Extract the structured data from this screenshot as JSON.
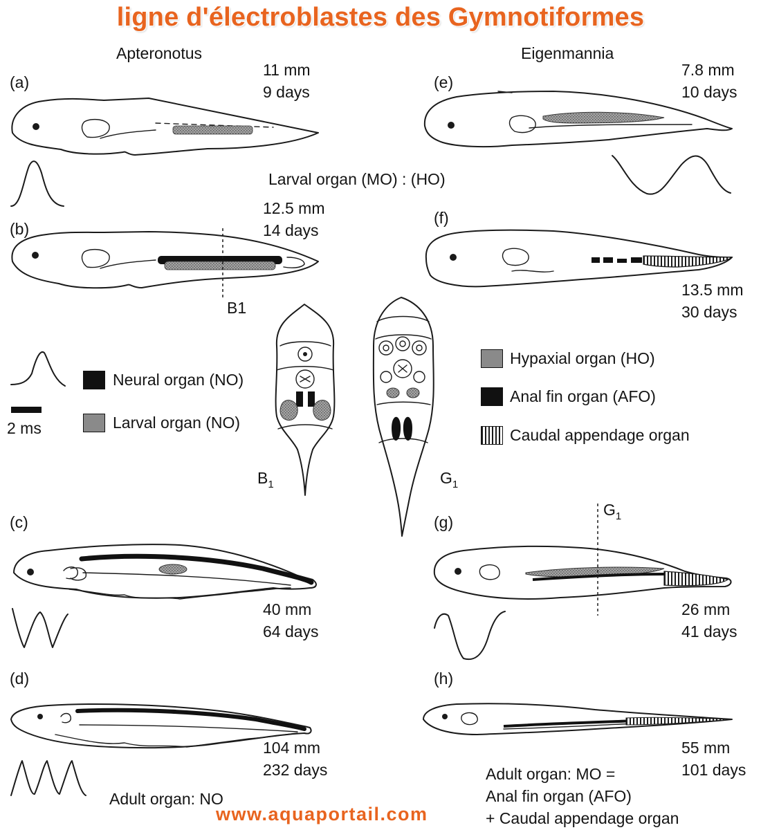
{
  "title": "ligne d'électroblastes des Gymnotiformes",
  "website": "www.aquaportail.com",
  "colors": {
    "title": "#e8641f",
    "ink": "#1a1a1a",
    "hypaxial": "#8a8a8a",
    "neural": "#111111"
  },
  "columns": {
    "left": "Apteronotus",
    "right": "Eigenmannia"
  },
  "center_label": "Larval organ (MO) : (HO)",
  "panels": {
    "a": {
      "letter": "(a)",
      "size": "11 mm",
      "age": "9 days"
    },
    "b": {
      "letter": "(b)",
      "size": "12.5 mm",
      "age": "14 days",
      "section": "B1"
    },
    "c": {
      "letter": "(c)",
      "size": "40 mm",
      "age": "64 days"
    },
    "d": {
      "letter": "(d)",
      "size": "104 mm",
      "age": "232 days"
    },
    "e": {
      "letter": "(e)",
      "size": "7.8 mm",
      "age": "10 days"
    },
    "f": {
      "letter": "(f)",
      "size": "13.5 mm",
      "age": "30 days"
    },
    "g": {
      "letter": "(g)",
      "size": "26 mm",
      "age": "41 days"
    },
    "h": {
      "letter": "(h)",
      "size": "55 mm",
      "age": "101 days"
    }
  },
  "scale_bar": "2 ms",
  "legend_left": [
    {
      "label": "Neural organ (NO)",
      "swatch": "neural"
    },
    {
      "label": "Larval organ (NO)",
      "swatch": "larval"
    }
  ],
  "legend_right": [
    {
      "label": "Hypaxial organ (HO)",
      "swatch": "hypaxial"
    },
    {
      "label": "Anal fin organ (AFO)",
      "swatch": "anal-fin"
    },
    {
      "label": "Caudal appendage organ",
      "swatch": "caudal"
    }
  ],
  "sections": {
    "b1": {
      "main": "B",
      "sub": "1"
    },
    "g1": {
      "main": "G",
      "sub": "1"
    },
    "g1_top": {
      "main": "G",
      "sub": "1"
    }
  },
  "adult_left": "Adult organ: NO",
  "adult_right": [
    "Adult organ: MO =",
    "Anal fin organ (AFO)",
    "+ Caudal appendage organ"
  ]
}
